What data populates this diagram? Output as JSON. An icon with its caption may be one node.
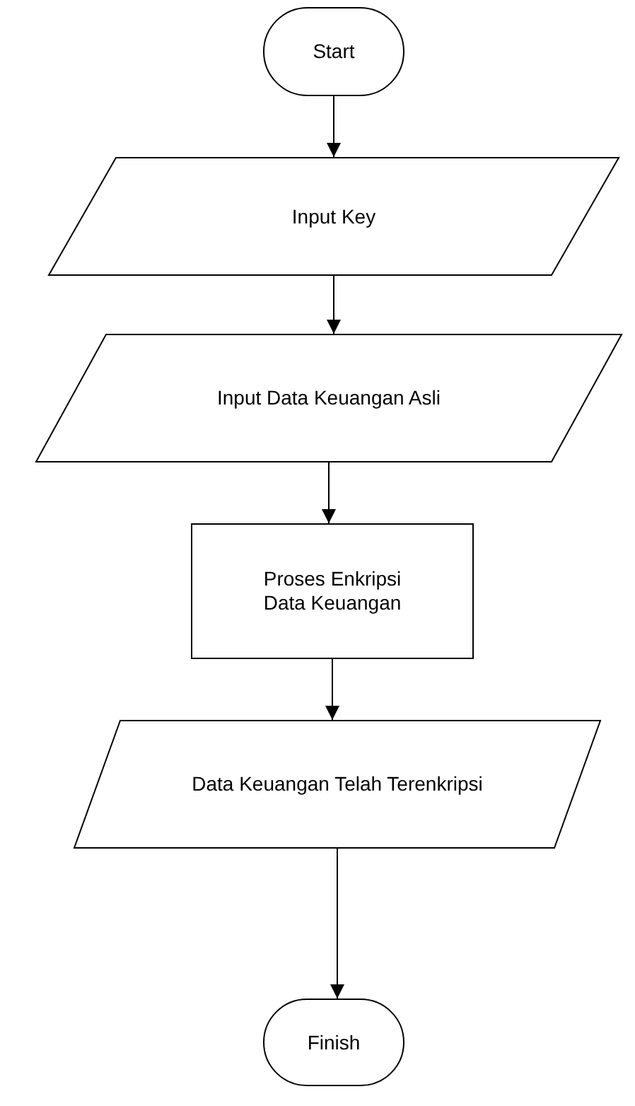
{
  "diagram": {
    "nodes": [
      {
        "text": [
          "Start"
        ]
      },
      {
        "text": [
          "Input Key"
        ]
      },
      {
        "text": [
          "Input Data Keuangan Asli"
        ]
      },
      {
        "text": [
          "Proses Enkripsi Data Keuangan"
        ]
      },
      {
        "text": [
          "Data Keuangan Telah Terenkripsi"
        ]
      },
      {
        "text": [
          "Finish"
        ]
      }
    ],
    "edges": [
      {
        "from": 0,
        "to": 1,
        "arrow": "to"
      },
      {
        "from": 1,
        "to": 2,
        "arrow": "to"
      },
      {
        "from": 2,
        "to": 3,
        "arrow": "to"
      },
      {
        "from": 3,
        "to": 4,
        "arrow": "to"
      },
      {
        "from": 4,
        "to": 5,
        "arrow": "to"
      }
    ]
  }
}
